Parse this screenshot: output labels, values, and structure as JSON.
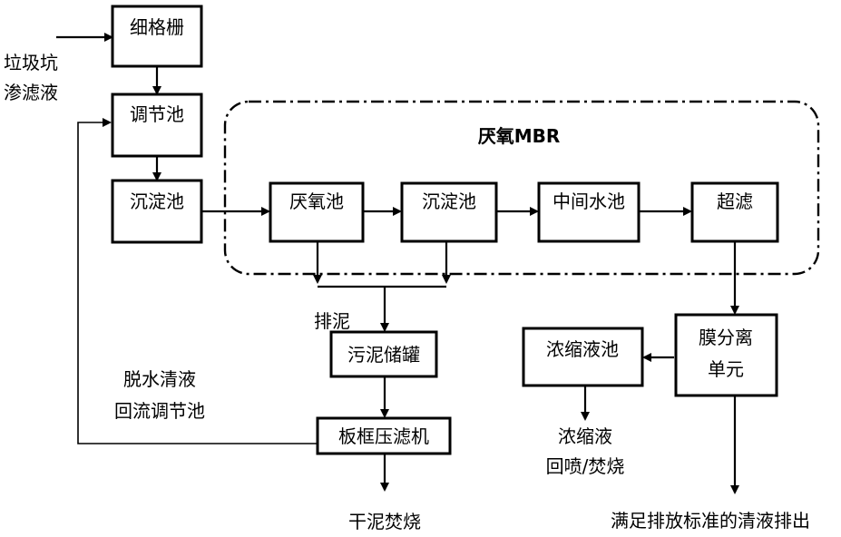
{
  "inputs": {
    "leachate_line1": "垃圾坑",
    "leachate_line2": "渗滤液"
  },
  "boxes": {
    "fine_screen": "细格栅",
    "equalization_tank": "调节池",
    "settling_tank_1": "沉淀池",
    "anaerobic_tank": "厌氧池",
    "settling_tank_2": "沉淀池",
    "intermediate_tank": "中间水池",
    "ultrafiltration": "超滤",
    "sludge_storage": "污泥储罐",
    "plate_frame_press": "板框压滤机",
    "concentrate_tank": "浓缩液池",
    "membrane_unit_line1": "膜分离",
    "membrane_unit_line2": "单元"
  },
  "group": {
    "title": "厌氧MBR"
  },
  "labels": {
    "sludge_discharge": "排泥",
    "dewater_return_line1": "脱水清液",
    "dewater_return_line2": "回流调节池",
    "dry_sludge": "干泥焚烧",
    "concentrate_out_line1": "浓缩液",
    "concentrate_out_line2": "回喷/焚烧",
    "clean_discharge": "满足排放标准的清液排出"
  }
}
